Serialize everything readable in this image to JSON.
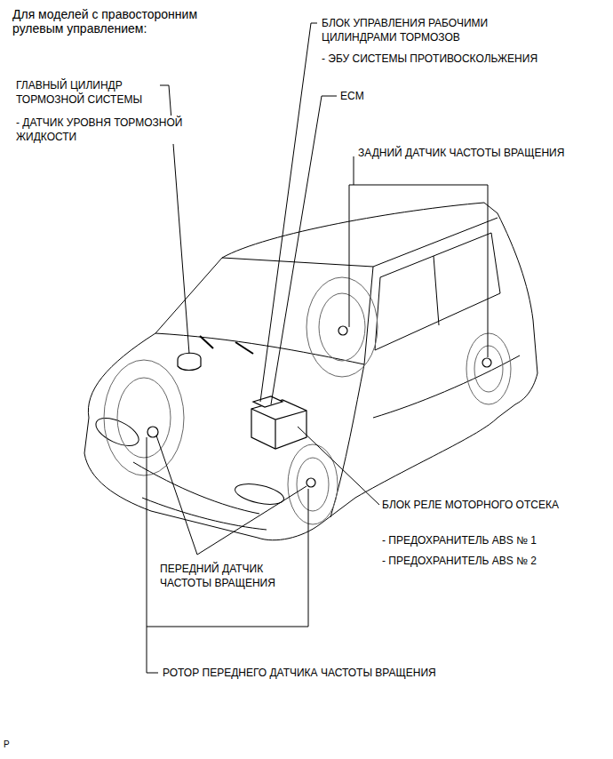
{
  "diagram": {
    "title": "Для моделей с правосторонним рулевым управлением:",
    "labels": [
      "ГЛАВНЫЙ ЦИЛИНДР ТОРМОЗНОЙ СИСТЕМЫ",
      "- ДАТЧИК УРОВНЯ ТОРМОЗНОЙ ЖИДКОСТИ",
      "БЛОК УПРАВЛЕНИЯ РАБОЧИМИ ЦИЛИНДРАМИ ТОРМОЗОВ",
      "- ЭБУ СИСТЕМЫ ПРОТИВОСКОЛЬЖЕНИЯ",
      "ECM",
      "ЗАДНИЙ ДАТЧИК ЧАСТОТЫ ВРАЩЕНИЯ",
      "БЛОК РЕЛЕ МОТОРНОГО ОТСЕКА",
      "- ПРЕДОХРАНИТЕЛЬ ABS № 1",
      "- ПРЕДОХРАНИТЕЛЬ ABS № 2",
      "ПЕРЕДНИЙ ДАТЧИК ЧАСТОТЫ ВРАЩЕНИЯ",
      "РОТОР ПЕРЕДНЕГО ДАТЧИКА ЧАСТОТЫ ВРАЩЕНИЯ",
      "P"
    ]
  }
}
